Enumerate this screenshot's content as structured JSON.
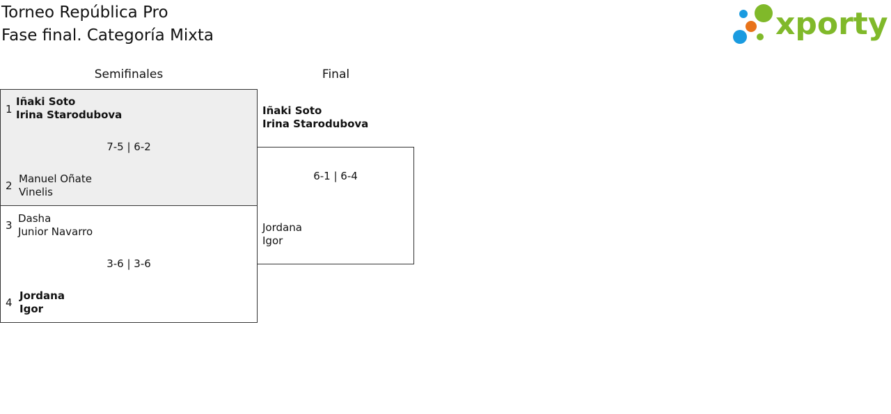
{
  "header": {
    "title_line1": "Torneo República Pro",
    "title_line2": "Fase final. Categoría Mixta"
  },
  "logo": {
    "text": "xporty",
    "colors": {
      "green": "#80b92a",
      "blue": "#1a9be0",
      "orange": "#e8731a"
    }
  },
  "rounds": {
    "semifinal_label": "Semifinales",
    "final_label": "Final"
  },
  "semifinals": [
    {
      "score": "7-5 | 6-2",
      "top": {
        "seed": "1",
        "player1": "Iñaki Soto",
        "player2": "Irina Starodubova",
        "winner": true
      },
      "bottom": {
        "seed": "2",
        "player1": "Manuel Oñate",
        "player2": "Vinelis",
        "winner": false
      }
    },
    {
      "score": "3-6 | 3-6",
      "top": {
        "seed": "3",
        "player1": "Dasha",
        "player2": "Junior Navarro",
        "winner": false
      },
      "bottom": {
        "seed": "4",
        "player1": "Jordana",
        "player2": "Igor",
        "winner": true
      }
    }
  ],
  "final": {
    "score": "6-1 | 6-4",
    "top": {
      "player1": "Iñaki Soto",
      "player2": "Irina Starodubova",
      "winner": true
    },
    "bottom": {
      "player1": "Jordana",
      "player2": "Igor",
      "winner": false
    }
  }
}
